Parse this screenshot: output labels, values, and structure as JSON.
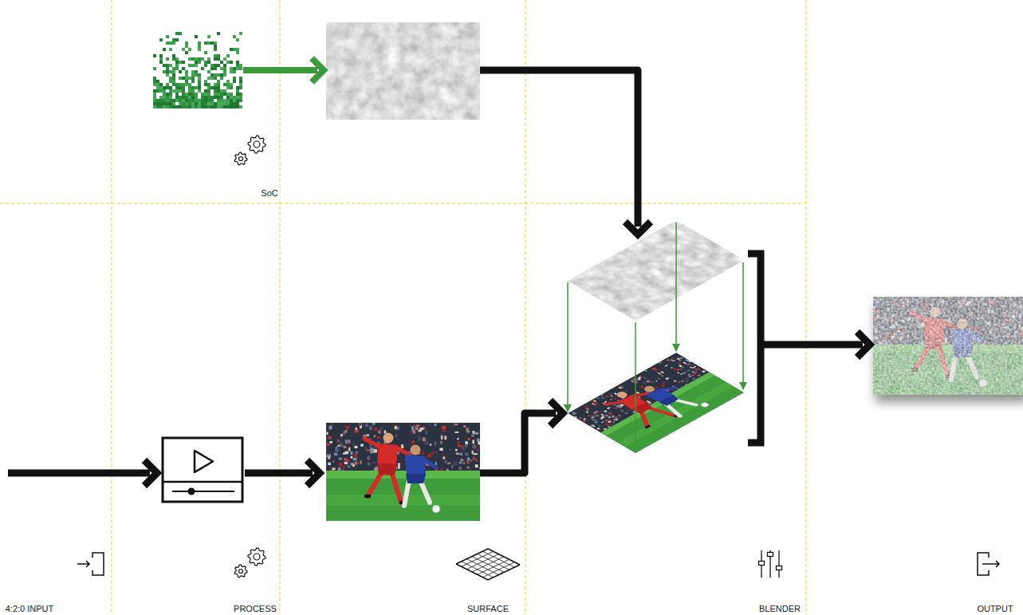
{
  "diagram": {
    "labels": [
      "SoC",
      "4:2:0 INPUT",
      "PROCESS",
      "SURFACE",
      "BLENDER",
      "OUTPUT"
    ]
  }
}
